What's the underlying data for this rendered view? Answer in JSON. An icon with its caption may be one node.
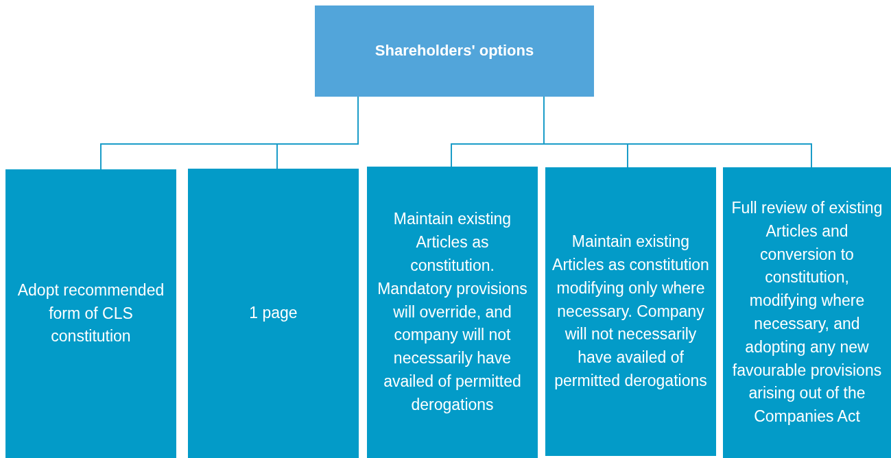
{
  "diagram": {
    "nodes": [
      {
        "text": [
          "Shareholders' options"
        ]
      },
      {
        "text": [
          "Adopt recommended form of CLS constitution"
        ]
      },
      {
        "text": [
          "1 page"
        ]
      },
      {
        "text": [
          "Maintain existing Articles as constitution. Mandatory provisions will override, and company will not necessarily have availed of permitted derogations"
        ]
      },
      {
        "text": [
          "Maintain existing Articles as constitution modifying only where necessary. Company will not necessarily have availed of permitted derogations"
        ]
      },
      {
        "text": [
          "Full review of existing Articles and conversion to constitution, modifying where necessary, and adopting any new favourable provisions arising out of the Companies Act"
        ]
      }
    ],
    "edges": [
      {
        "from": 0,
        "to": 1,
        "arrow": "none"
      },
      {
        "from": 0,
        "to": 2,
        "arrow": "none"
      },
      {
        "from": 0,
        "to": 3,
        "arrow": "none"
      },
      {
        "from": 0,
        "to": 4,
        "arrow": "none"
      },
      {
        "from": 0,
        "to": 5,
        "arrow": "none"
      }
    ]
  }
}
